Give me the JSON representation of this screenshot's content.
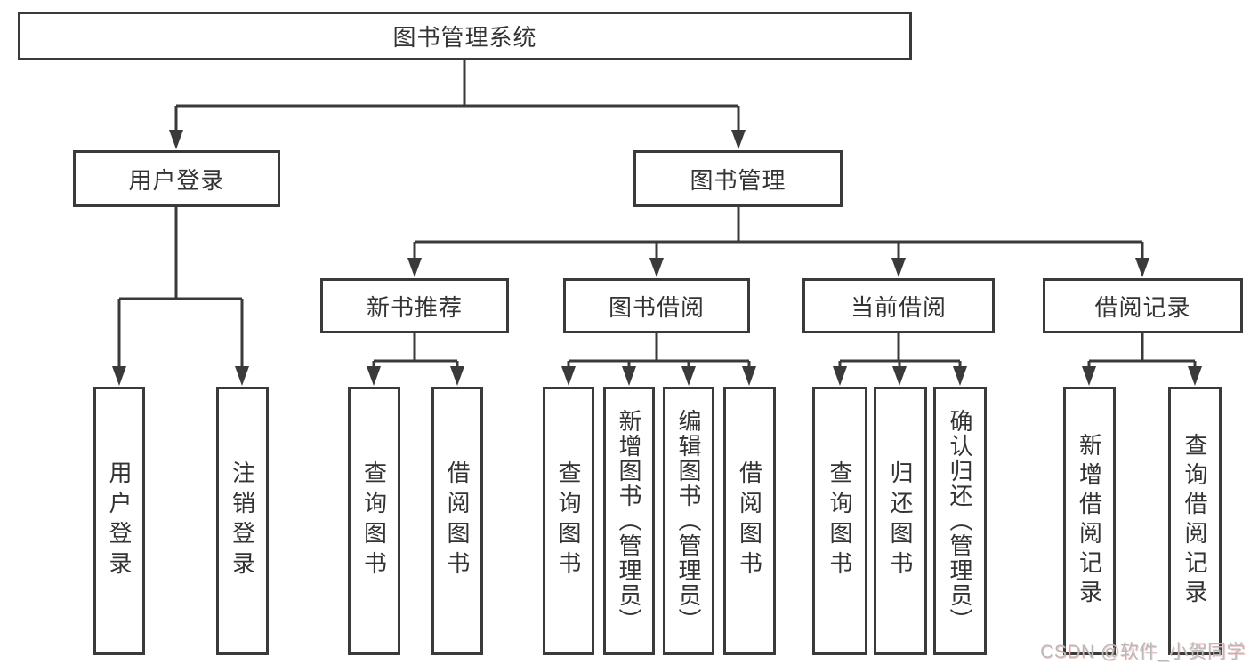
{
  "diagram": {
    "root": {
      "label": "图书管理系统"
    },
    "branches": [
      {
        "label": "用户登录",
        "children": [
          {
            "label": "用户登录"
          },
          {
            "label": "注销登录"
          }
        ]
      },
      {
        "label": "图书管理",
        "children": [
          {
            "label": "新书推荐",
            "children": [
              {
                "label": "查询图书"
              },
              {
                "label": "借阅图书"
              }
            ]
          },
          {
            "label": "图书借阅",
            "children": [
              {
                "label": "查询图书"
              },
              {
                "label": "新增图书（管理员）"
              },
              {
                "label": "编辑图书（管理员）"
              },
              {
                "label": "借阅图书"
              }
            ]
          },
          {
            "label": "当前借阅",
            "children": [
              {
                "label": "查询图书"
              },
              {
                "label": "归还图书"
              },
              {
                "label": "确认归还（管理员）"
              }
            ]
          },
          {
            "label": "借阅记录",
            "children": [
              {
                "label": "新增借阅记录"
              },
              {
                "label": "查询借阅记录"
              }
            ]
          }
        ]
      }
    ]
  },
  "watermark": {
    "text": "CSDN @软件_小贺同学"
  },
  "colors": {
    "line": "#3a3a3a",
    "box_border": "#3a3a3a",
    "text": "#333333",
    "watermark": "#b9b9b9",
    "background": "#ffffff"
  }
}
